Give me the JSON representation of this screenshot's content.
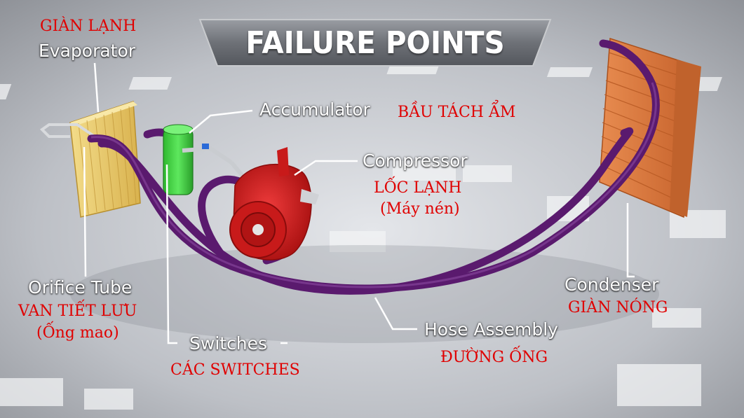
{
  "title": "FAILURE POINTS",
  "labels": {
    "evaporator": {
      "en": "Evaporator",
      "vi": "GIÀN LẠNH"
    },
    "accumulator": {
      "en": "Accumulator",
      "vi": "BẦU TÁCH ẨM"
    },
    "compressor": {
      "en": "Compressor",
      "vi": "LỐC LẠNH",
      "vi2": "(Máy nén)"
    },
    "orifice_tube": {
      "en": "Orifice Tube",
      "vi": "VAN TIẾT LƯU",
      "vi2": "(Ống mao)"
    },
    "switches": {
      "en": "Switches",
      "vi": "CÁC SWITCHES"
    },
    "hose_assembly": {
      "en": "Hose Assembly",
      "vi": "ĐƯỜNG ỐNG"
    },
    "condenser": {
      "en": "Condenser",
      "vi": "GIÀN NÓNG"
    }
  },
  "colors": {
    "vietnamese_text": "#e00000",
    "hose": "#5a1a6e",
    "evaporator": "#e8c86a",
    "accumulator": "#3ccf3c",
    "compressor": "#d42020",
    "condenser": "#d8743a"
  }
}
